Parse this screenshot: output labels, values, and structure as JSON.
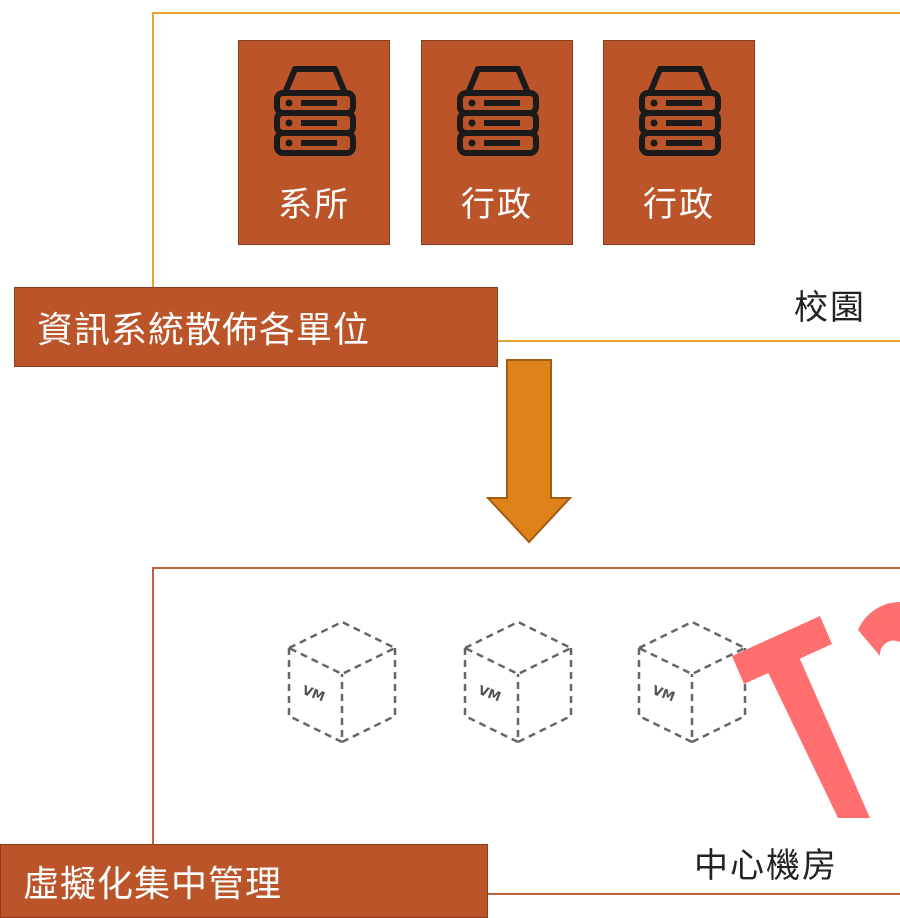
{
  "campus": {
    "label": "校園",
    "servers": [
      {
        "label": "系所",
        "icon": "server-icon"
      },
      {
        "label": "行政",
        "icon": "server-icon"
      },
      {
        "label": "行政",
        "icon": "server-icon"
      }
    ],
    "caption": "資訊系統散佈各單位"
  },
  "arrow": {
    "icon": "down-arrow-icon",
    "color": "#e0821a"
  },
  "datacenter": {
    "label": "中心機房",
    "vms": [
      "VM",
      "VM",
      "VM"
    ],
    "caption": "虛擬化集中管理"
  },
  "colors": {
    "tile": "#bb5529",
    "campus_border": "#e3a52c",
    "center_border": "#c0623b",
    "stamp": "#ff6f6f"
  }
}
